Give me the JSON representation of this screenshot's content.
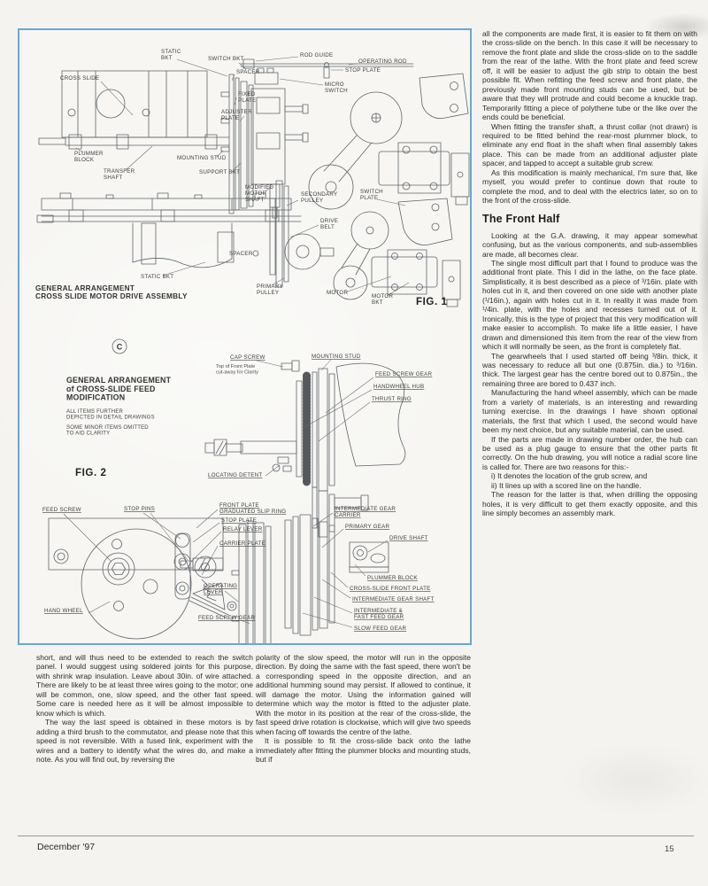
{
  "colors": {
    "figure_border": "#67a8d2",
    "paper": "#f4f3f0",
    "ink": "#2f2f2f"
  },
  "figure_box": {
    "fig1": {
      "caption": "GENERAL ARRANGEMENT\nCROSS SLIDE MOTOR DRIVE ASSEMBLY",
      "fig_label": "FIG. 1",
      "labels": {
        "cross_slide": "CROSS SLIDE",
        "static_bkt_top": "STATIC\nBKT",
        "switch_bkt": "SWITCH BKT",
        "rod_guide": "ROD GUIDE",
        "operating_rod": "OPERATING ROD",
        "stop_plate": "STOP PLATE",
        "spacer_top": "SPACER",
        "micro_switch": "MICRO\nSWITCH",
        "fixed_plate": "FIXED\nPLATE",
        "adjuster_plate": "ADJUSTER\nPLATE",
        "plummer_block": "PLUMMER\nBLOCK",
        "transfer_shaft": "TRANSFER\nSHAFT",
        "mounting_stud": "MOUNTING STUD",
        "support_bkt": "SUPPORT BKT",
        "modified_motor_shaft": "MODIFIED\nMOTOR\nSHAFT",
        "secondary_pulley": "SECONDARY\nPULLEY",
        "switch_plate": "SWITCH\nPLATE",
        "drive_belt": "DRIVE\nBELT",
        "spacer_side": "SPACER",
        "static_bkt_side": "STATIC BKT",
        "primary_pulley": "PRIMARY\nPULLEY",
        "motor": "MOTOR",
        "motor_bkt": "MOTOR\nBKT"
      }
    },
    "fig2": {
      "copyright_symbol": "C",
      "title": "GENERAL ARRANGEMENT\nof CROSS-SLIDE FEED\nMODIFICATION",
      "note1": "ALL ITEMS FURTHER\nDEPICTED IN DETAIL DRAWINGS",
      "note2": "SOME MINOR ITEMS OMITTED\nTO AID CLARITY",
      "fig_label": "FIG. 2",
      "labels": {
        "cap_screw": "CAP SCREW",
        "mounting_stud": "MOUNTING STUD",
        "cutaway_note": "Top of Front Plate\ncut-away for Clarity",
        "feed_screw_gear_top": "FEED SCREW GEAR",
        "handwheel_hub": "HANDWHEEL HUB",
        "thrust_ring": "THRUST RING",
        "locating_detent": "LOCATING DETENT",
        "feed_screw": "FEED SCREW",
        "stop_pins": "STOP PINS",
        "hand_wheel": "HAND WHEEL",
        "front_plate_slip_ring": "FRONT PLATE\nGRADUATED SLIP RING",
        "stop_plate": "STOP PLATE",
        "relay_lever": "RELAY LEVER",
        "carrier_plate": "CARRIER PLATE",
        "operating_lever": "OPERATING\nLEVER",
        "feed_screw_gear_bottom": "FEED SCREW GEAR",
        "intermediate_gear_carrier": "INTERMEDIATE GEAR\nCARRIER",
        "primary_gear": "PRIMARY GEAR",
        "drive_shaft": "DRIVE SHAFT",
        "plummer_block": "PLUMMER BLOCK",
        "cross_slide_front_plate": "CROSS-SLIDE FRONT PLATE",
        "intermediate_gear_shaft": "INTERMEDIATE GEAR SHAFT",
        "intermediate_fast_feed_gear": "INTERMEDIATE &\nFAST FEED GEAR",
        "slow_feed_gear": "SLOW FEED GEAR"
      }
    }
  },
  "columns": {
    "right": {
      "top": [
        "all the components are made first, it is easier to fit them on with the cross-slide on the bench. In this case it will be necessary to remove the front plate and slide the cross-slide on to the saddle from the rear of the lathe. With the front plate and feed screw off, it will be easier to adjust the gib strip to obtain the best possible fit. When refitting the feed screw and front plate, the previously made front mounting studs can be used, but be aware that they will protrude and could become a knuckle trap. Temporarily fitting a piece of polythene tube or the like over the ends could be beneficial.",
        "When fitting the transfer shaft, a thrust collar (not drawn) is required to be fitted behind the rear-most plummer block, to eliminate any end float in the shaft when final assembly takes place. This can be made from an additional adjuster plate spacer, and tapped to accept a suitable grub screw.",
        "As this modification is mainly mechanical, I'm sure that, like myself, you would prefer to continue down that route to complete the mod, and to deal with the electrics later, so on to the front of the cross-slide."
      ],
      "heading": "The Front Half",
      "body": [
        "Looking at the G.A. drawing, it may appear somewhat confusing, but as the various components, and sub-assemblies are made, all becomes clear.",
        "The single most difficult part that I found to produce was the additional front plate. This I did in the lathe, on the face plate. Simplistically, it is best described as a piece of ³/16in. plate with holes cut in it, and then covered on one side with another plate (¹/16in.), again with holes cut in it. In reality it was made from ¹/4in. plate, with the holes and recesses turned out of it. Ironically, this is the type of project that this very modification will make easier to accomplish. To make life a little easier, I have drawn and dimensioned this item from the rear of the view from which it will normally be seen, as the front is completely flat.",
        "The gearwheels that I used started off being ³/8in. thick, it was necessary to reduce all but one (0.875in. dia.) to ³/16in. thick. The largest gear has the centre bored out to 0.875in., the remaining three are bored to 0.437 inch.",
        "Manufacturing the hand wheel assembly, which can be made from a variety of materials, is an interesting and rewarding turning exercise. In the drawings I have shown optional materials, the first that which I used, the second would have been my next choice, but any suitable material, can be used.",
        "If the parts are made in drawing number order, the hub can be used as a plug gauge to ensure that the other parts fit correctly. On the hub drawing, you will notice a radial score line is called for. There are two reasons for this:-",
        "i) It denotes the location of the grub screw, and",
        "ii) It lines up with a scored line on the handle.",
        "The reason for the latter is that, when drilling the opposing holes, it is very difficult to get them exactly opposite, and this line simply becomes an assembly mark."
      ]
    },
    "bottom_left": [
      "short, and will thus need to be extended to reach the switch panel. I would suggest using soldered joints for this purpose, with shrink wrap insulation. Leave about 30in. of wire attached. There are likely to be at least three wires going to the motor; one will be common, one, slow speed, and the other fast speed. Some care is needed here as it will be almost impossible to know which is which.",
      "The way the last speed is obtained in these motors is by adding a third brush to the commutator, and please note that this speed is not reversible. With a fused link, experiment with the wires and a battery to identify what the wires do, and make a note. As you will find out, by reversing the"
    ],
    "bottom_middle": [
      "polarity of the slow speed, the motor will run in the opposite direction. By doing the same with the fast speed, there won't be a corresponding speed in the opposite direction, and an additional humming sound may persist. If allowed to continue, it will damage the motor. Using the information gained will determine which way the motor is fitted to the adjuster plate. With the motor in its position at the rear of the cross-slide, the fast speed drive rotation is clockwise, which will give two speeds when facing off towards the centre of the lathe.",
      "It is possible to fit the cross-slide back onto the lathe immediately after fitting the plummer blocks and mounting studs, but if"
    ]
  },
  "footer": {
    "issue": "December '97",
    "page_number": "15"
  }
}
